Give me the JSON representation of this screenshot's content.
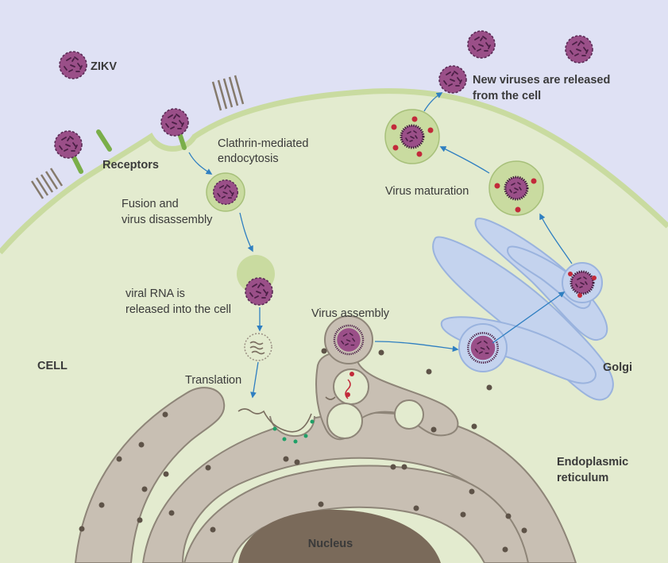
{
  "labels": {
    "zikv": "ZIKV",
    "receptors": "Receptors",
    "clathrin_1": "Clathrin-mediated",
    "clathrin_2": "endocytosis",
    "fusion_1": "Fusion and",
    "fusion_2": "virus disassembly",
    "rna_1": "viral RNA  is",
    "rna_2": "released into the cell",
    "translation": "Translation",
    "cell": "CELL",
    "assembly": "Virus assembly",
    "maturation": "Virus maturation",
    "release_1": "New viruses are released",
    "release_2": "from the cell",
    "golgi": "Golgi",
    "er_1": "Endoplasmic",
    "er_2": "reticulum",
    "nucleus": "Nucleus"
  },
  "colors": {
    "extracellular": "#dfe1f4",
    "cytoplasm": "#e3ebcf",
    "membrane": "#c9dba0",
    "virus": "#9a4f88",
    "virus_spots": "#5a2a55",
    "receptor": "#7aae4a",
    "clathrin_pit": "#857a6c",
    "arrow": "#2f7fc1",
    "golgi_fill": "#c4d3ee",
    "golgi_stroke": "#9ab3de",
    "er_fill": "#c8bfb3",
    "er_stroke": "#8e8578",
    "nucleus": "#7a6a5a",
    "label_green": "#7fb24a",
    "label_brown": "#a08f7c",
    "label_purple": "#5b2b56"
  }
}
